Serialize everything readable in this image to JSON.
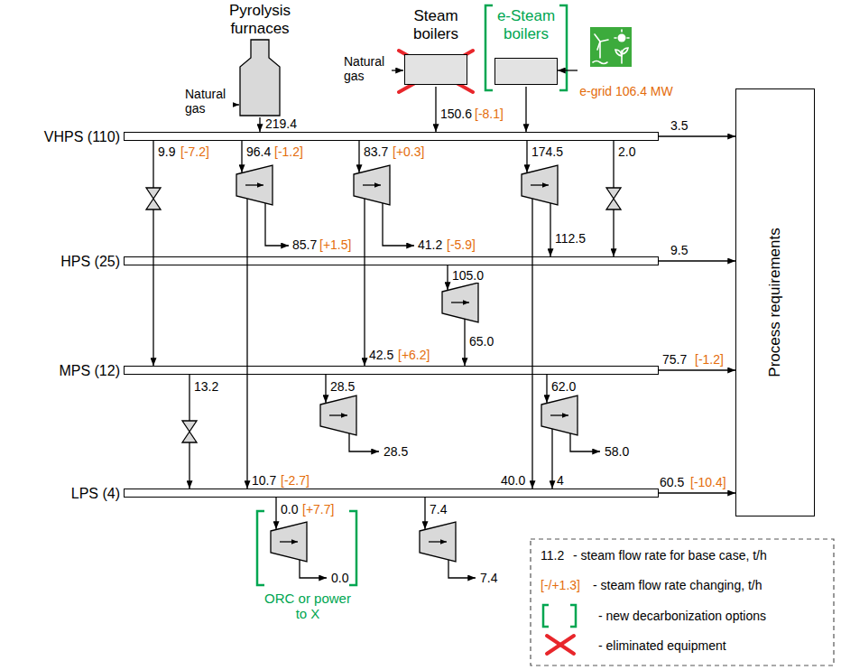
{
  "diagram": {
    "nodes": [
      {
        "text": [
          "Pyrolysis furnaces"
        ]
      },
      {
        "text": [
          "Steam boilers"
        ]
      },
      {
        "text": [
          "e-Steam boilers"
        ]
      },
      {
        "text": [
          "e-grid 106.4 MW"
        ]
      },
      {
        "text": [
          "VHPS (110)"
        ]
      },
      {
        "text": [
          "HPS (25)"
        ]
      },
      {
        "text": [
          "MPS (12)"
        ]
      },
      {
        "text": [
          "LPS (4)"
        ]
      },
      {
        "text": [
          "Process requirements"
        ]
      }
    ],
    "edges": [
      {
        "from": 0,
        "to": 4,
        "arrow": "to",
        "label": "219.4"
      },
      {
        "from": 1,
        "to": 4,
        "arrow": "to",
        "label": "150.6"
      },
      {
        "from": 2,
        "to": 4,
        "arrow": "to"
      },
      {
        "from": 3,
        "to": 2,
        "arrow": "to"
      },
      {
        "from": 4,
        "to": 8,
        "arrow": "to",
        "label": "3.5"
      },
      {
        "from": 5,
        "to": 8,
        "arrow": "to",
        "label": "9.5"
      },
      {
        "from": 6,
        "to": 8,
        "arrow": "to",
        "label": "75.7"
      },
      {
        "from": 7,
        "to": 8,
        "arrow": "to",
        "label": "60.5"
      }
    ],
    "labels": [
      "Natural gas",
      "Natural gas",
      "[-8.1]",
      "9.9",
      "[-7.2]",
      "96.4",
      "[-1.2]",
      "85.7",
      "[+1.5]",
      "83.7",
      "[+0.3]",
      "41.2",
      "[-5.9]",
      "174.5",
      "2.0",
      "112.5",
      "105.0",
      "65.0",
      "42.5",
      "[+6.2]",
      "[-1.2]",
      "13.2",
      "28.5",
      "28.5",
      "62.0",
      "58.0",
      "10.7",
      "[-2.7]",
      "40.0",
      "4",
      "[-10.4]",
      "0.0",
      "[+7.7]",
      "0.0",
      "7.4",
      "7.4",
      "ORC or power to X",
      "11.2",
      "[-/+1.3]"
    ],
    "legend": [
      {
        "text": "- steam flow rate for base case, t/h"
      },
      {
        "text": "- steam flow rate changing, t/h"
      },
      {
        "text": "- new decarbonization options"
      },
      {
        "text": "- eliminated equipment"
      }
    ]
  }
}
